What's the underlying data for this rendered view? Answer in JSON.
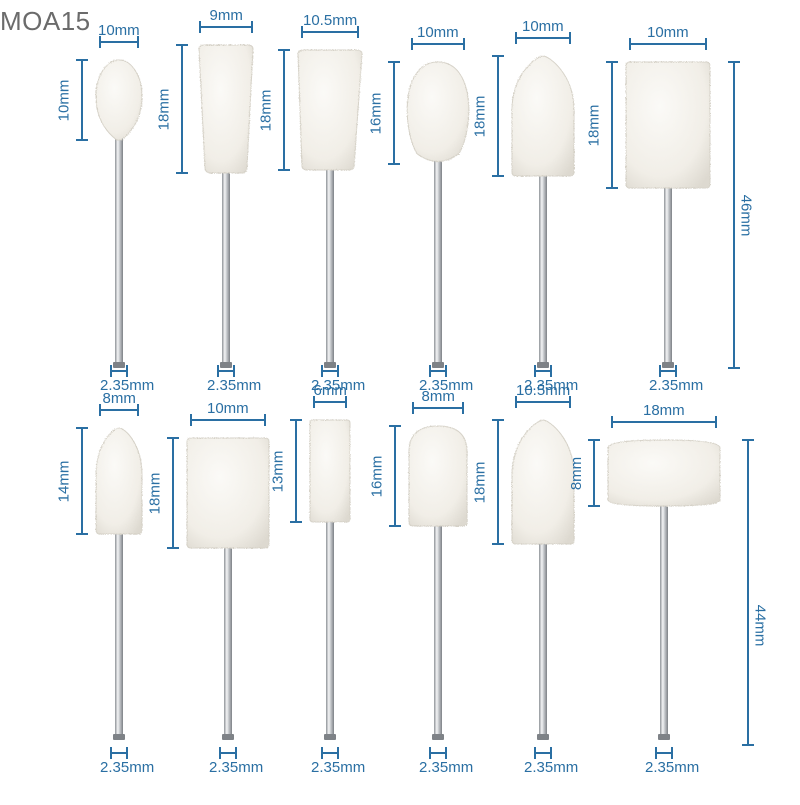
{
  "watermark": "MOA15",
  "colors": {
    "dimension": "#2a6fa3",
    "felt": "#f3f1ec",
    "shank": "#c9ccd0"
  },
  "shank_label": "2.35mm",
  "top_row": {
    "total_length": "46mm",
    "bits": [
      {
        "shape": "ball",
        "width": "10mm",
        "height": "10mm"
      },
      {
        "shape": "taper",
        "width": "9mm",
        "height": "18mm"
      },
      {
        "shape": "taper-wide",
        "width": "10.5mm",
        "height": "18mm"
      },
      {
        "shape": "egg",
        "width": "10mm",
        "height": "16mm"
      },
      {
        "shape": "bullet",
        "width": "10mm",
        "height": "18mm"
      },
      {
        "shape": "cylinder",
        "width": "10mm",
        "height": "18mm"
      }
    ]
  },
  "bottom_row": {
    "total_length": "44mm",
    "bits": [
      {
        "shape": "bullet",
        "width": "8mm",
        "height": "14mm"
      },
      {
        "shape": "cylinder",
        "width": "10mm",
        "height": "18mm"
      },
      {
        "shape": "cylinder-thin",
        "width": "6mm",
        "height": "13mm"
      },
      {
        "shape": "round-top",
        "width": "8mm",
        "height": "16mm"
      },
      {
        "shape": "bullet",
        "width": "10.5mm",
        "height": "18mm"
      },
      {
        "shape": "wheel",
        "width": "18mm",
        "height": "8mm"
      }
    ]
  }
}
